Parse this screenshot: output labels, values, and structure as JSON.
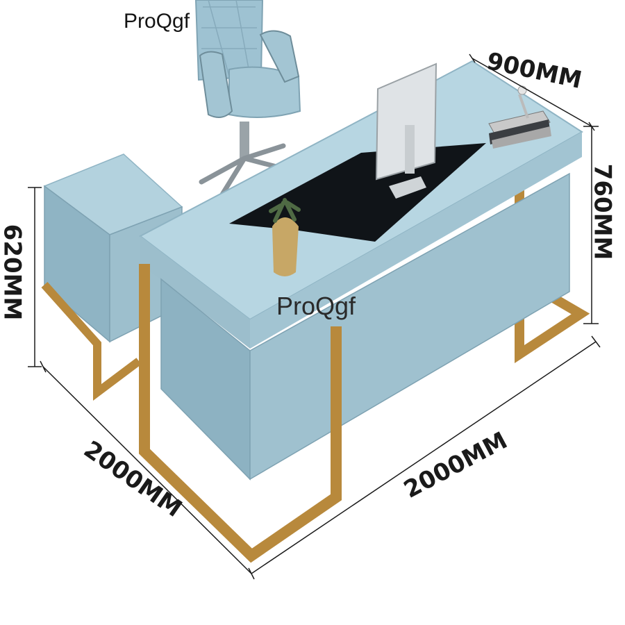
{
  "brand": {
    "top": "ProQgf",
    "center": "ProQgf"
  },
  "dimensions": {
    "depth": "900MM",
    "height": "760MM",
    "side_height": "620MM",
    "left_length": "2000MM",
    "front_length": "2000MM"
  },
  "colors": {
    "desk_blue": "#a9cbd8",
    "desk_blue_dark": "#8fb4c4",
    "desk_blue_shadow": "#7ea2b2",
    "gold": "#b8893c",
    "glass": "#101418",
    "line": "#1a1a1a"
  }
}
